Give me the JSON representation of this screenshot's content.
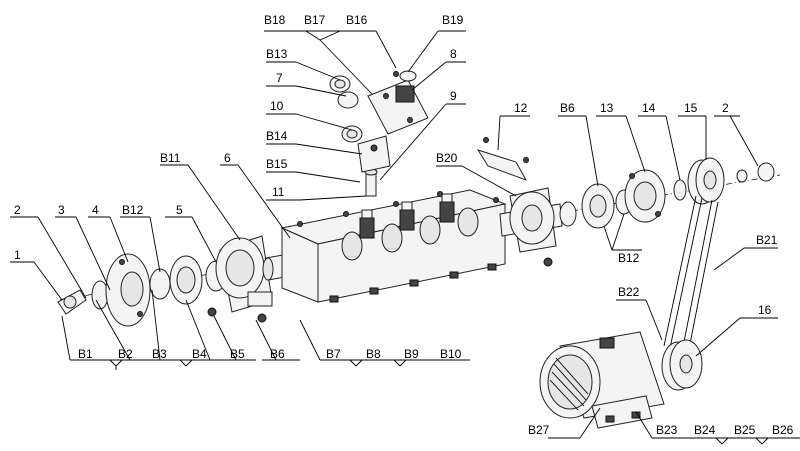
{
  "labels": {
    "n1": "1",
    "n2": "2",
    "n3": "3",
    "n4": "4",
    "n5": "5",
    "n6": "6",
    "n7": "7",
    "n8": "8",
    "n9": "9",
    "n10": "10",
    "n11": "11",
    "n12": "12",
    "n13": "13",
    "n14": "14",
    "n15": "15",
    "n16": "16",
    "n2b": "2",
    "B1": "B1",
    "B2": "B2",
    "B3": "B3",
    "B4": "B4",
    "B5": "B5",
    "B6": "B6",
    "B6b": "B6",
    "B7": "B7",
    "B8": "B8",
    "B9": "B9",
    "B10": "B10",
    "B11": "B11",
    "B12": "B12",
    "B12b": "B12",
    "B13": "B13",
    "B14": "B14",
    "B15": "B15",
    "B16": "B16",
    "B17": "B17",
    "B18": "B18",
    "B19": "B19",
    "B20": "B20",
    "B21": "B21",
    "B22": "B22",
    "B23": "B23",
    "B24": "B24",
    "B25": "B25",
    "B26": "B26",
    "B27": "B27"
  }
}
